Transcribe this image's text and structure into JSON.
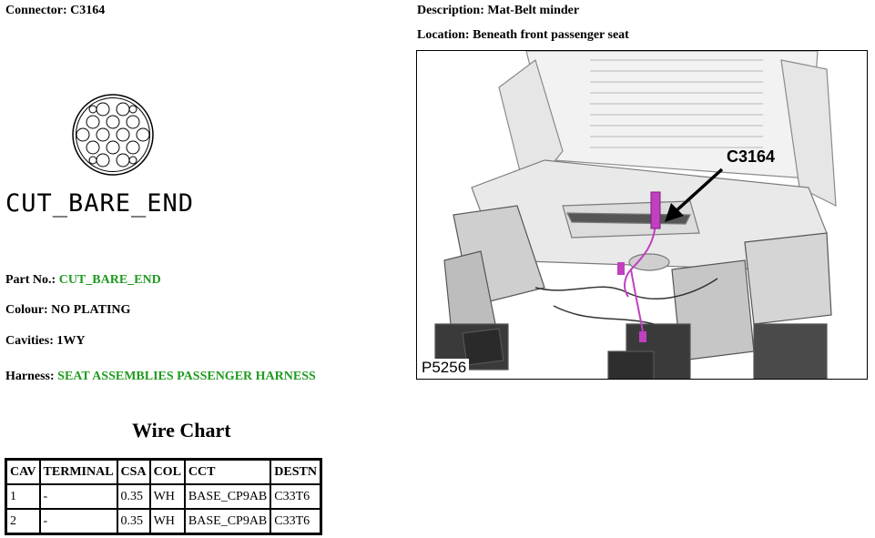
{
  "connector": {
    "label": "Connector:",
    "value": "C3164",
    "name": "CUT_BARE_END"
  },
  "description": {
    "label": "Description:",
    "value": "Mat-Belt minder"
  },
  "location": {
    "label": "Location:",
    "value": "Beneath front passenger seat"
  },
  "part_no": {
    "label": "Part No.:",
    "value": "CUT_BARE_END"
  },
  "colour": {
    "label": "Colour:",
    "value": "NO PLATING"
  },
  "cavities": {
    "label": "Cavities:",
    "value": "1WY"
  },
  "harness": {
    "label": "Harness:",
    "value": "SEAT ASSEMBLIES PASSENGER HARNESS"
  },
  "wire_chart": {
    "title": "Wire Chart",
    "headers": [
      "CAV",
      "TERMINAL",
      "CSA",
      "COL",
      "CCT",
      "DESTN"
    ],
    "rows": [
      [
        "1",
        "-",
        "0.35",
        "WH",
        "BASE_CP9AB",
        "C33T6"
      ],
      [
        "2",
        "-",
        "0.35",
        "WH",
        "BASE_CP9AB",
        "C33T6"
      ]
    ]
  },
  "photo": {
    "callout": "C3164",
    "figure_id": "P5256"
  },
  "colors": {
    "link_green": "#1f9a1f",
    "harness_magenta": "#c040c0"
  }
}
